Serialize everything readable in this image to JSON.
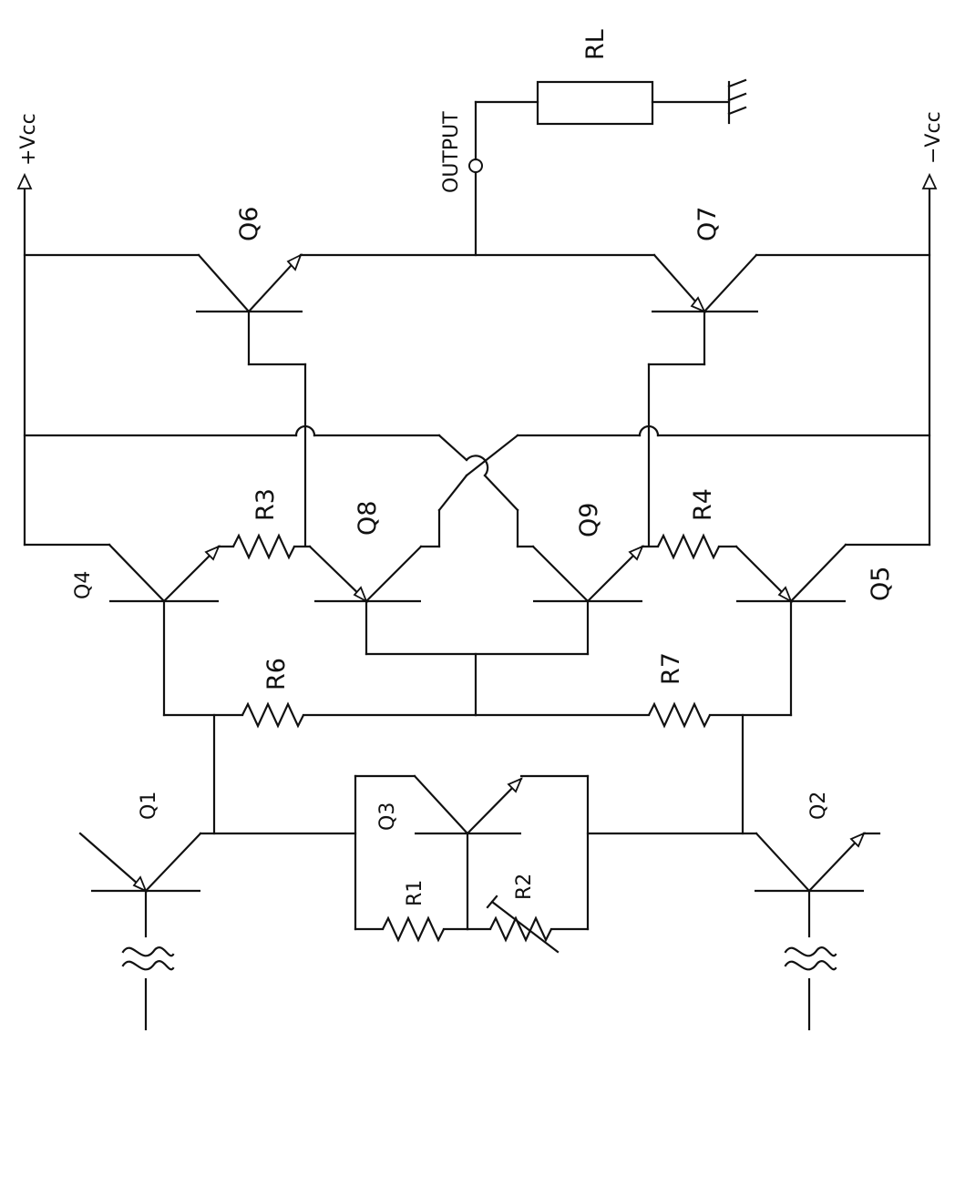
{
  "labels": {
    "vcc_pos": "+Vcc",
    "vcc_neg": "−Vcc",
    "output": "OUTPUT",
    "rl": "RL",
    "q1": "Q1",
    "q2": "Q2",
    "q3": "Q3",
    "q4": "Q4",
    "q5": "Q5",
    "q6": "Q6",
    "q7": "Q7",
    "q8": "Q8",
    "q9": "Q9",
    "r1": "R1",
    "r2": "R2",
    "r3": "R3",
    "r4": "R4",
    "r6": "R6",
    "r7": "R7"
  }
}
